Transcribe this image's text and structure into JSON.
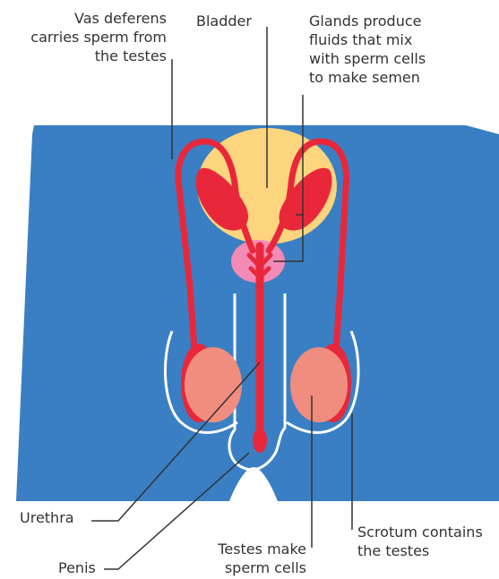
{
  "colors": {
    "background": "#ffffff",
    "body": "#3a7fc3",
    "outline": "#ffffff",
    "bladder": "#fdd57e",
    "organ_red": "#e8283a",
    "testis": "#f08d7e",
    "prostate": "#f38bb6",
    "leader": "#333333",
    "text": "#333333"
  },
  "labels": {
    "vas_deferens": "Vas deferens\ncarries sperm from\nthe testes",
    "bladder": "Bladder",
    "glands": "Glands produce\nfluids that mix\nwith sperm cells\nto make semen",
    "urethra": "Urethra",
    "penis": "Penis",
    "testes": "Testes make\nsperm cells",
    "scrotum": "Scrotum contains\nthe testes"
  }
}
